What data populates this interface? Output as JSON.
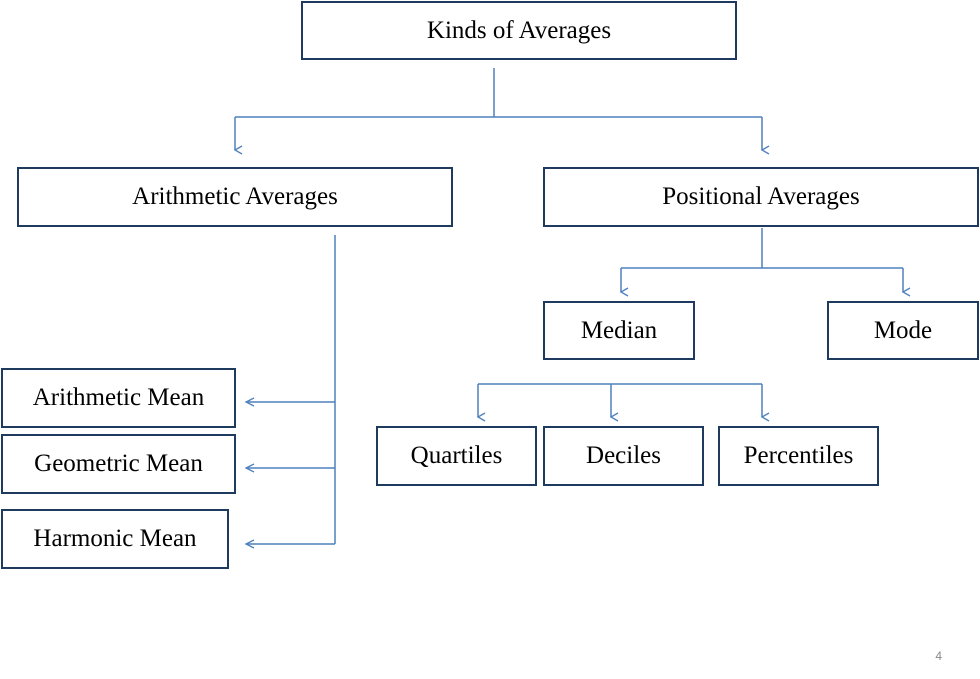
{
  "nodes": {
    "root": "Kinds of Averages",
    "arithmetic": "Arithmetic Averages",
    "positional": "Positional Averages",
    "arithmetic_mean": "Arithmetic Mean",
    "geometric_mean": "Geometric Mean",
    "harmonic_mean": "Harmonic Mean",
    "median": "Median",
    "mode": "Mode",
    "quartiles": "Quartiles",
    "deciles": "Deciles",
    "percentiles": "Percentiles"
  },
  "page_number": "4",
  "colors": {
    "box_border": "#1f3a5f",
    "connector": "#4f81bd"
  }
}
